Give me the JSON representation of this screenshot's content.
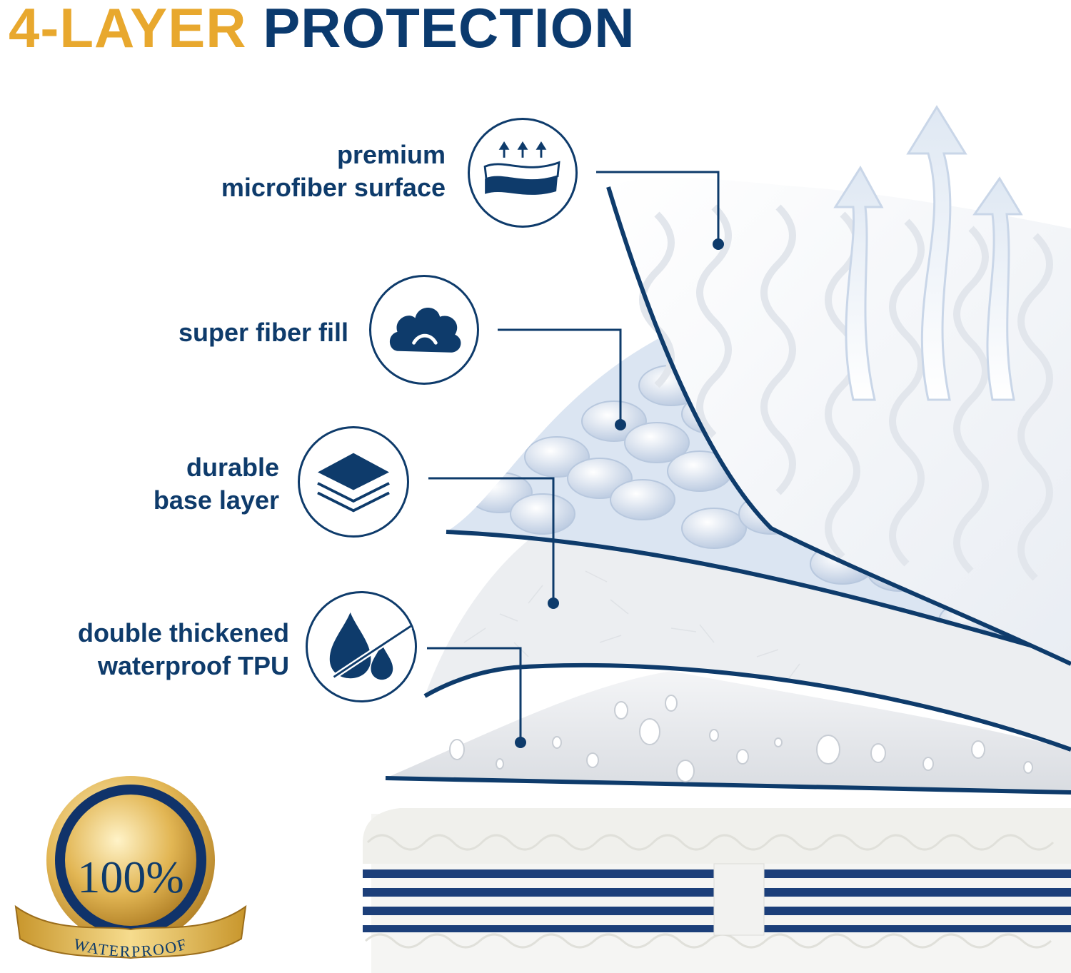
{
  "title": {
    "accent": "4-LAYER",
    "main": "PROTECTION"
  },
  "layers": [
    {
      "lines": [
        "premium",
        "microfiber surface"
      ],
      "icon": "fabric-airflow-icon"
    },
    {
      "lines": [
        "super fiber fill"
      ],
      "icon": "cloud-icon"
    },
    {
      "lines": [
        "durable",
        "base layer"
      ],
      "icon": "layers-icon"
    },
    {
      "lines": [
        "double thickened",
        "waterproof TPU"
      ],
      "icon": "water-drops-icon"
    }
  ],
  "badge": {
    "percent": "100%",
    "ribbon": "WATERPROOF"
  },
  "colors": {
    "navy": "#0E3B6B",
    "gold": "#E8A82E",
    "white": "#FFFFFF"
  }
}
